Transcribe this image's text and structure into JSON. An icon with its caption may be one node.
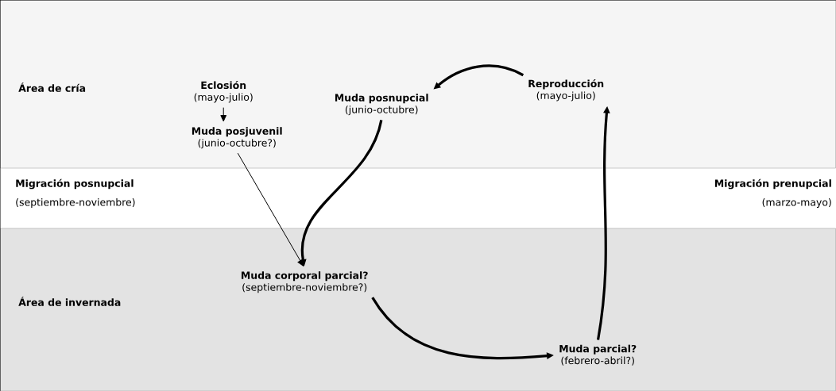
{
  "diagram": {
    "nodes": [
      {
        "text": [
          "Área de cría"
        ]
      },
      {
        "text": [
          "Área de invernada"
        ]
      },
      {
        "text": [
          "Eclosión",
          "(mayo-julio)"
        ],
        "in": 0
      },
      {
        "text": [
          "Muda posjuvenil",
          "(junio-octubre?)"
        ],
        "in": 0
      },
      {
        "text": [
          "Muda posnupcial",
          "(junio-octubre)"
        ],
        "in": 0
      },
      {
        "text": [
          "Reproducción",
          "(mayo-julio)"
        ],
        "in": 0
      },
      {
        "text": [
          "Muda corporal parcial?",
          "(septiembre-noviembre?)"
        ],
        "in": 1
      },
      {
        "text": [
          "Muda parcial?",
          "(febrero-abril?)"
        ],
        "in": 1
      }
    ],
    "edges": [
      {
        "from": 2,
        "to": 3,
        "arrow": "to"
      },
      {
        "from": 3,
        "to": 6,
        "arrow": "to"
      },
      {
        "from": 5,
        "to": 4,
        "arrow": "to"
      },
      {
        "from": 4,
        "to": 6,
        "arrow": "to"
      },
      {
        "from": 6,
        "to": 7,
        "arrow": "to"
      },
      {
        "from": 7,
        "to": 5,
        "arrow": "to"
      }
    ],
    "labels": [
      "Migración posnupcial",
      "(septiembre-noviembre)",
      "Migración prenupcial",
      "(marzo-mayo)"
    ]
  }
}
